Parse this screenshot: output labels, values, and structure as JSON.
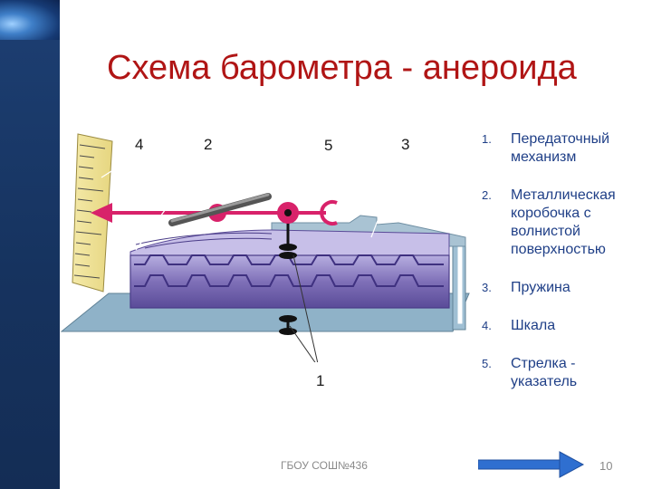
{
  "title": "Схема барометра - анероида",
  "callouts": {
    "n1": "1",
    "n2": "2",
    "n3": "3",
    "n4": "4",
    "n5": "5"
  },
  "legend": [
    {
      "num": "1.",
      "text": "Передаточный механизм"
    },
    {
      "num": "2.",
      "text": "Металлическая коробочка с волнистой поверхностью"
    },
    {
      "num": "3.",
      "text": "Пружина"
    },
    {
      "num": "4.",
      "text": "Шкала"
    },
    {
      "num": "5.",
      "text": "Стрелка - указатель"
    }
  ],
  "footer": "ГБОУ СОШ№436",
  "page_number": "10",
  "colors": {
    "title": "#b01515",
    "legend_text": "#1f3f87",
    "pointer": "#d8226a",
    "box": "#7f70b8",
    "nav_arrow": "#2f6fd0"
  }
}
